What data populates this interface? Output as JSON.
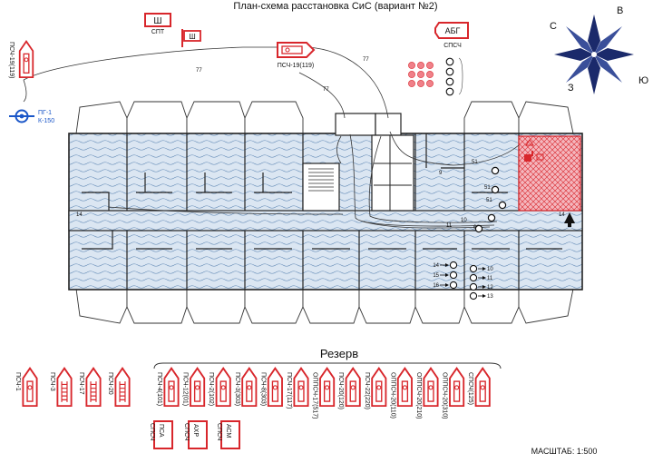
{
  "title": "План-схема расстановка СиС (вариант №2)",
  "colors": {
    "vehicle": "#d8262b",
    "hydrant": "#1a56c8",
    "water": "#dbe6f2",
    "compass": "#1b2a6b",
    "fire_zone": "#ef9aa3",
    "ink": "#111111"
  },
  "top_symbols": {
    "spt": {
      "code": "Ш",
      "label": "СПТ"
    },
    "flag_code": "Ш",
    "abg": {
      "code": "АБГ",
      "label": "СПСЧ"
    },
    "psch_left": "ПСЧ-19(119)",
    "psch_mid": "ПСЧ-19(119)"
  },
  "hydrant": {
    "name": "ПГ-1",
    "sub": "К-150"
  },
  "hoses": {
    "long1": "77",
    "long2": "77",
    "mid": "77",
    "n9": "9",
    "n51a": "51",
    "n51b": "51",
    "n11": "11",
    "n10": "10",
    "n61": "61",
    "n51c": "51"
  },
  "stairs": {
    "left": "14",
    "right": "14"
  },
  "reserve_note": "Резерв",
  "compass": {
    "n": "С",
    "e": "В",
    "s": "Ю",
    "w": "З"
  },
  "nozzles_left": [
    "14",
    "15",
    "16"
  ],
  "nozzles_right": [
    "10",
    "11",
    "12",
    "13"
  ],
  "left_reserve": [
    "ПСЧ-1",
    "ПСЧ-3",
    "ПСЧ-17",
    "ПСЧ-20"
  ],
  "right_reserve": [
    "ПСЧ-4(101)",
    "ПСЧ-12(01)",
    "ПСЧ-2(102)",
    "ПСЧ-3(303)",
    "ПСЧ-8(303)",
    "ПСЧ-17(117)",
    "ОППСЧ-17(517)",
    "ПСЧ-20(120)",
    "ПСЧ-22(220)",
    "ОППСЧ-20(110)",
    "ОППСЧ-20(210)",
    "ОППСЧ-20(310)",
    "СПСЧ(125)"
  ],
  "special_units": [
    {
      "code": "ПСА",
      "label": "СПСЧ"
    },
    {
      "code": "АХР",
      "label": "СПСЧ"
    },
    {
      "code": "АСМ",
      "label": "СПСЧ"
    }
  ],
  "scale": "МАСШТАБ:  1:500"
}
